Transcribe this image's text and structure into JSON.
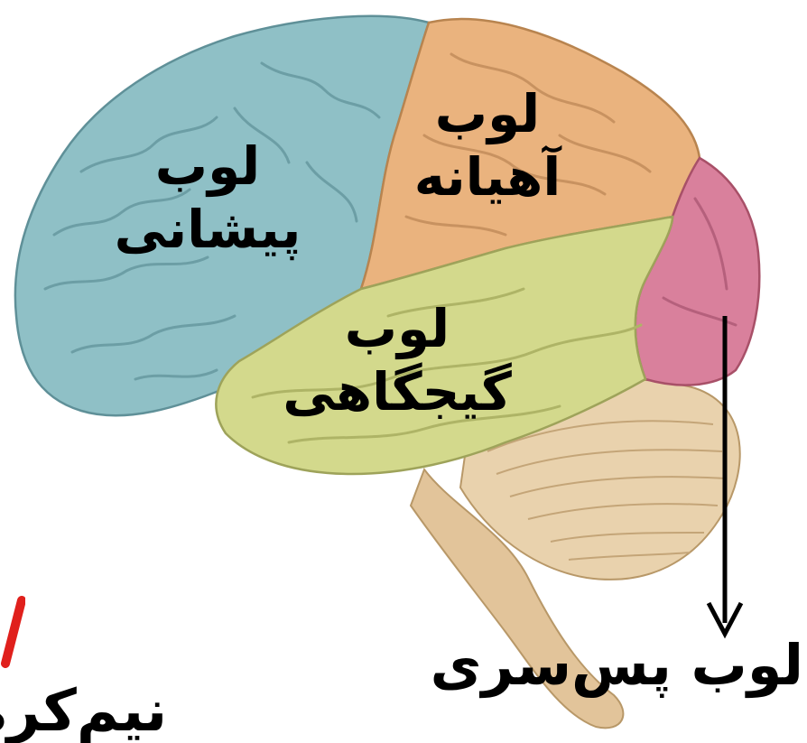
{
  "lobes": {
    "frontal": {
      "line1": "لوب",
      "line2": "پیشانی"
    },
    "parietal": {
      "line1": "لوب",
      "line2": "آهیانه"
    },
    "temporal": {
      "line1": "لوب",
      "line2": "گیجگاهی"
    },
    "occipital": {
      "label": "لوب پس‌سری"
    }
  },
  "hemisphere": {
    "label": "نیم‌کره"
  },
  "colors": {
    "frontal": "#8fc0c6",
    "parietal": "#eab37e",
    "temporal": "#d3d98c",
    "occipital": "#d9809c",
    "cerebellum": "#e9d2ad",
    "brainstem": "#e2c49a",
    "accent": "#e0201c"
  }
}
